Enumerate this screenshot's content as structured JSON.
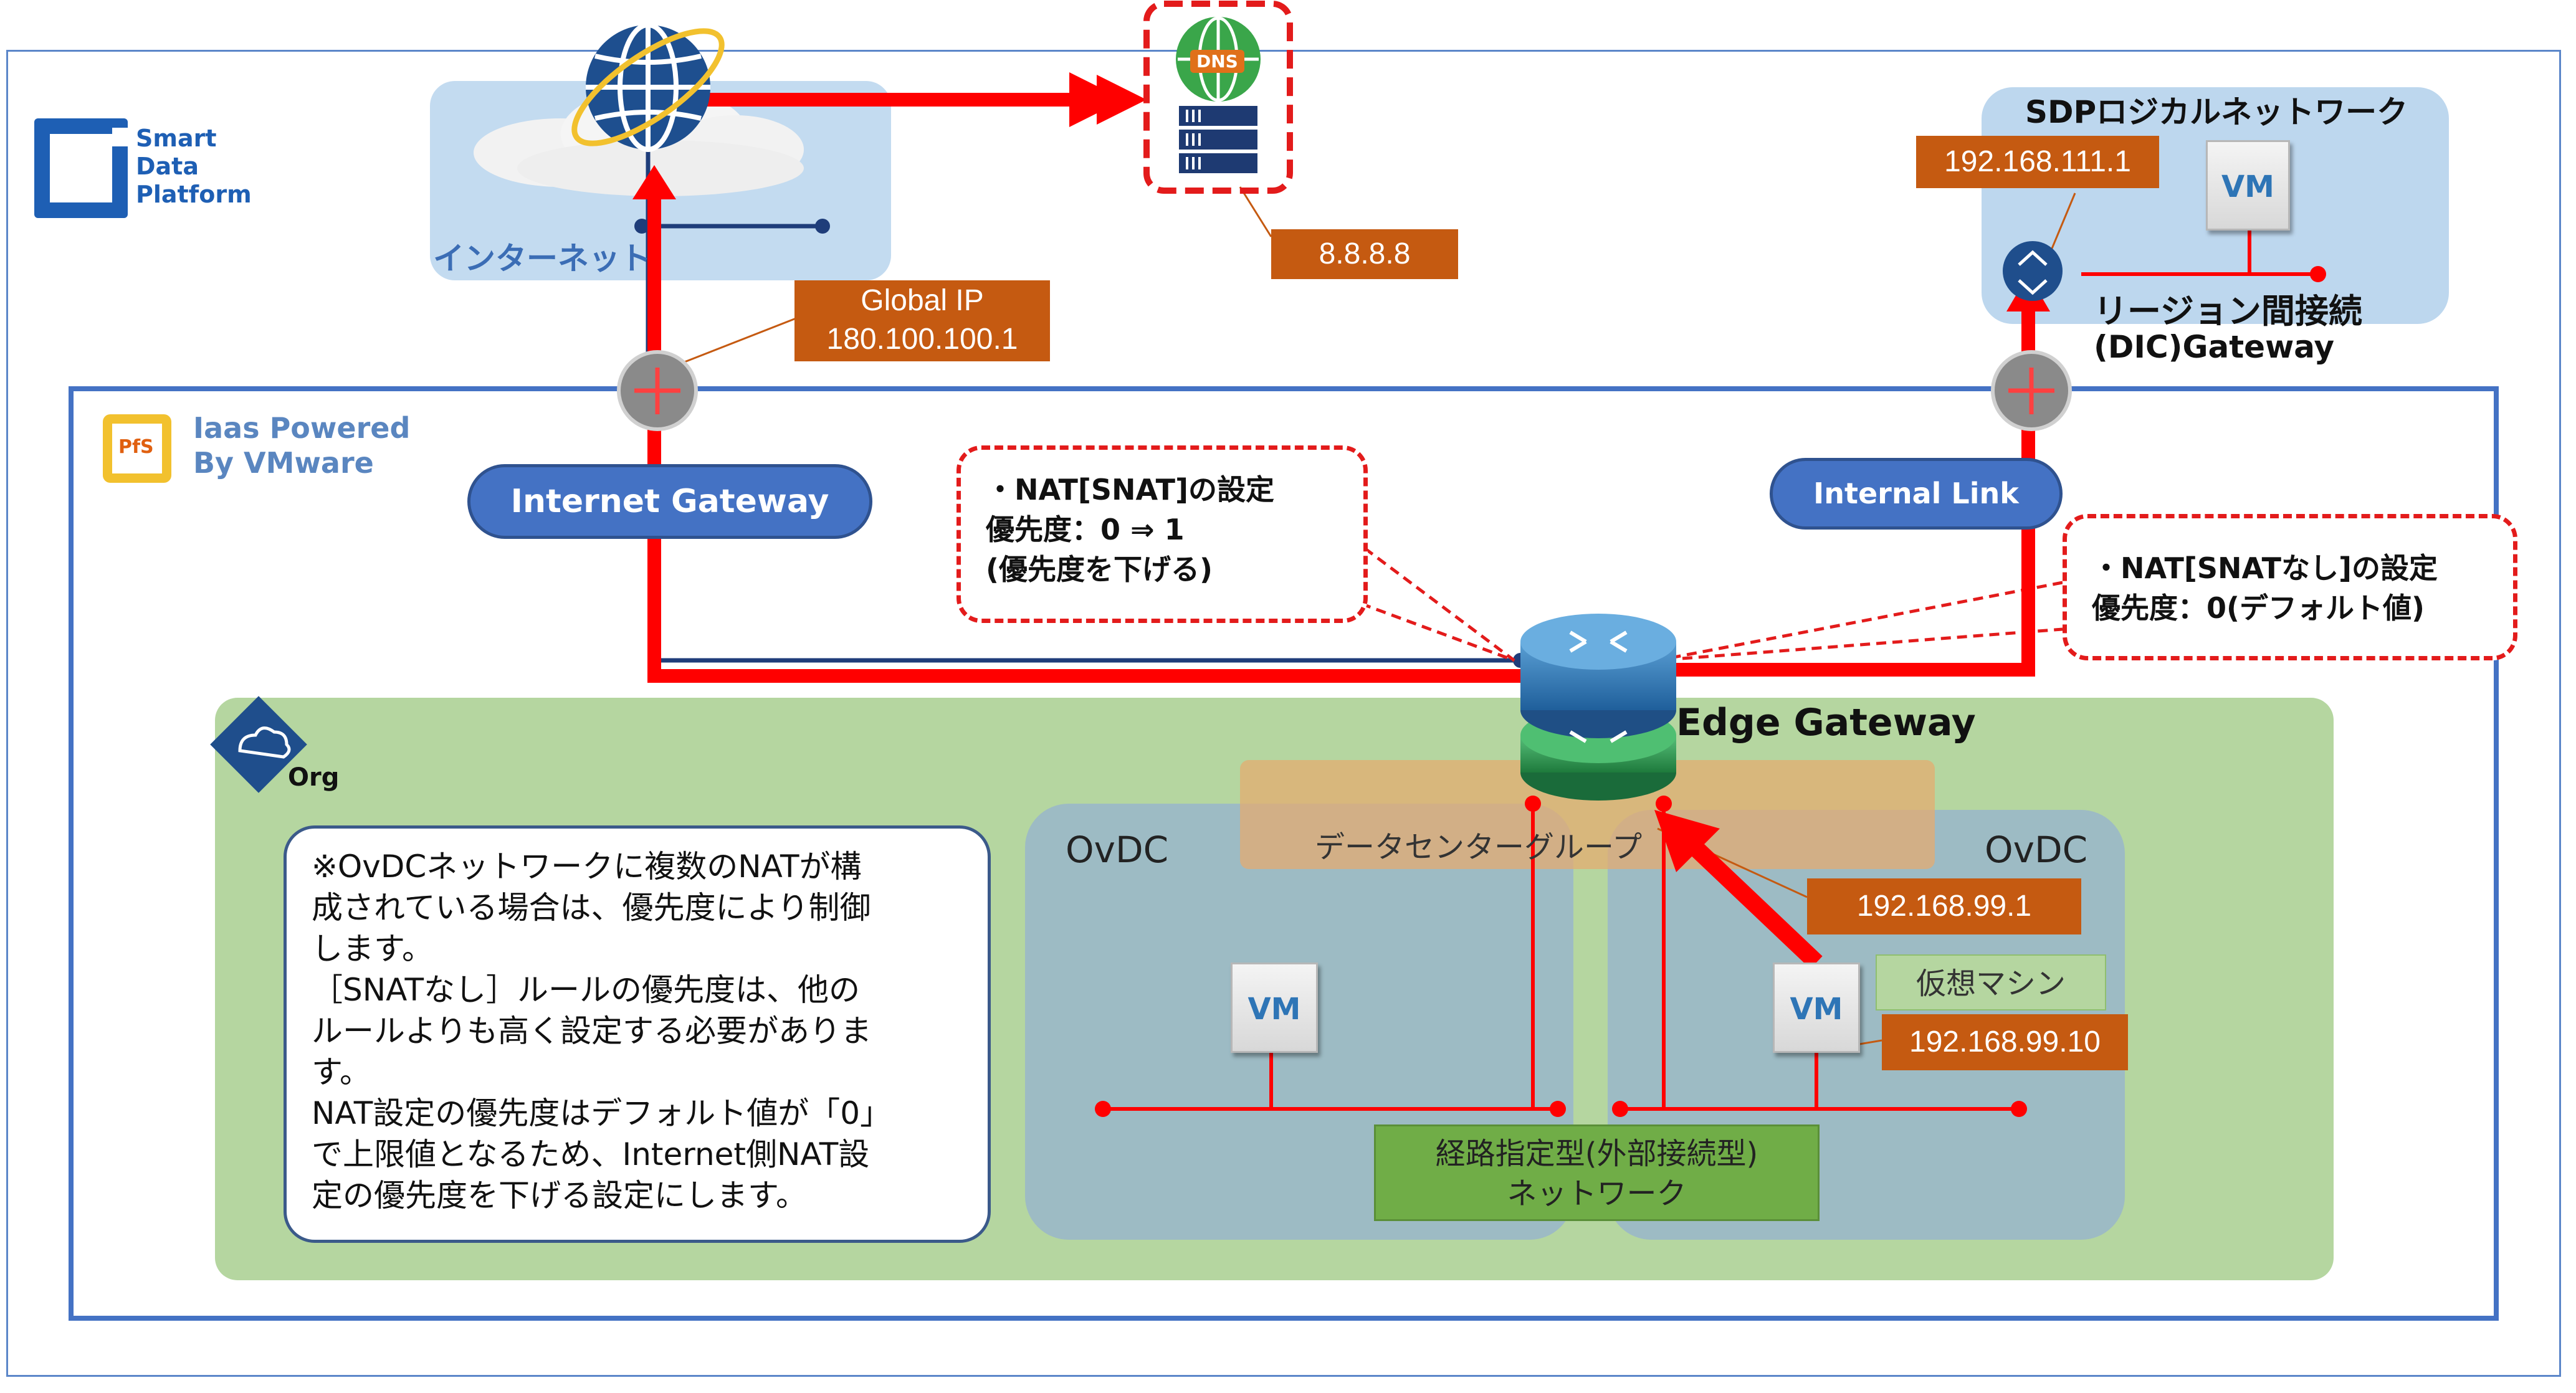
{
  "brand": {
    "name_lines": [
      "Smart",
      "Data",
      "Platform"
    ],
    "color": "#1e5fb4"
  },
  "iaas": {
    "title_lines": [
      "Iaas Powered",
      "By VMware"
    ],
    "badge": "PfS",
    "frame_color": "#4472c4"
  },
  "internet": {
    "label": "インターネット",
    "global_ip_lines": [
      "Global IP",
      "180.100.100.1"
    ]
  },
  "dns": {
    "badge": "DNS",
    "ip": "8.8.8.8",
    "border_color": "#e31b1b"
  },
  "sdp": {
    "title": "SDPロジカルネットワーク",
    "ip": "192.168.111.1",
    "vm_label": "VM",
    "region_label_line1": "リージョン間接続",
    "region_label_line2": "(DIC)Gateway"
  },
  "internet_gateway": {
    "label": "Internet Gateway"
  },
  "internal_link": {
    "label": "Internal Link"
  },
  "callout_snat": {
    "lines": [
      "・NAT[SNAT]の設定",
      "優先度：0 ⇒ 1",
      "(優先度を下げる)"
    ]
  },
  "callout_nosnat": {
    "lines": [
      "・NAT[SNATなし]の設定",
      "優先度：0(デフォルト値)"
    ]
  },
  "edge_gateway": {
    "label": "Edge Gateway"
  },
  "org": {
    "label": "Org"
  },
  "ovdc": {
    "left_label": "OvDC",
    "right_label": "OvDC"
  },
  "dc_group": {
    "label": "データセンターグループ"
  },
  "edge_ip": "192.168.99.1",
  "vm_left": {
    "label": "VM"
  },
  "vm_right": {
    "label": "VM",
    "caption": "仮想マシン",
    "ip": "192.168.99.10"
  },
  "routed_network": {
    "lines": [
      "経路指定型(外部接続型)",
      "ネットワーク"
    ]
  },
  "note": {
    "lines": [
      "※OvDCネットワークに複数のNATが構",
      "成されている場合は、優先度により制御",
      "します。",
      "［SNATなし］ルールの優先度は、他の",
      "ルールよりも高く設定する必要がありま",
      "す。",
      "NAT設定の優先度はデフォルト値が「0」",
      "で上限値となるため、Internet側NAT設",
      "定の優先度を下げる設定にします。"
    ]
  },
  "colors": {
    "path_red": "#ff0000",
    "orange_label": "#c55a11",
    "green_label": "#70ad47",
    "line_navy": "#1f3d7a"
  }
}
